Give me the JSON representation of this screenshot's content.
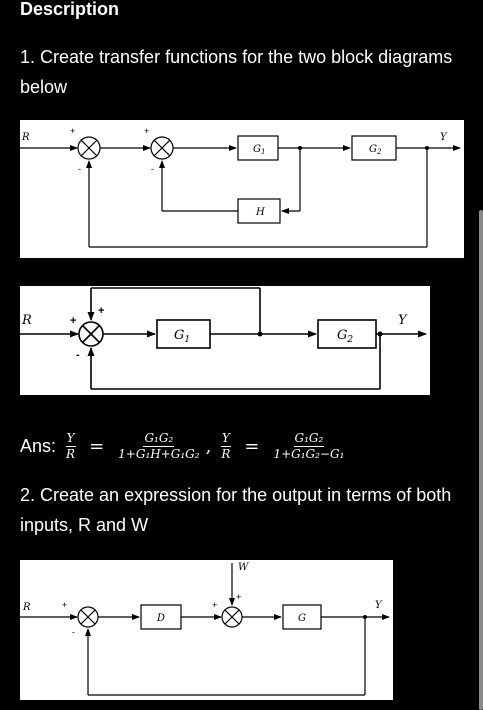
{
  "heading": "Description",
  "question1": "1. Create transfer functions for the two block diagrams below",
  "diagram1": {
    "input": "R",
    "output": "Y",
    "sum1_signs": [
      "+",
      "-"
    ],
    "sum2_signs": [
      "+",
      "-"
    ],
    "blocks": [
      "G1",
      "G2",
      "H"
    ]
  },
  "diagram2": {
    "input": "R",
    "output": "Y",
    "sum_signs": [
      "+",
      "+",
      "-"
    ],
    "blocks": [
      "G1",
      "G2"
    ]
  },
  "answer": {
    "prefix": "Ans:",
    "lhs1_num": "Y",
    "lhs1_den": "R",
    "rhs1_num": "G₁G₂",
    "rhs1_den": "1+G₁H+G₁G₂",
    "lhs2_num": "Y",
    "lhs2_den": "R",
    "rhs2_num": "G₁G₂",
    "rhs2_den": "1+G₁G₂−G₁"
  },
  "question2": "2. Create an expression for the output in terms of both inputs, R and W",
  "diagram3": {
    "input": "R",
    "output": "Y",
    "disturbance": "W",
    "sum1_signs": [
      "+",
      "-"
    ],
    "sum2_signs": [
      "+",
      "+"
    ],
    "blocks": [
      "D",
      "G"
    ]
  }
}
